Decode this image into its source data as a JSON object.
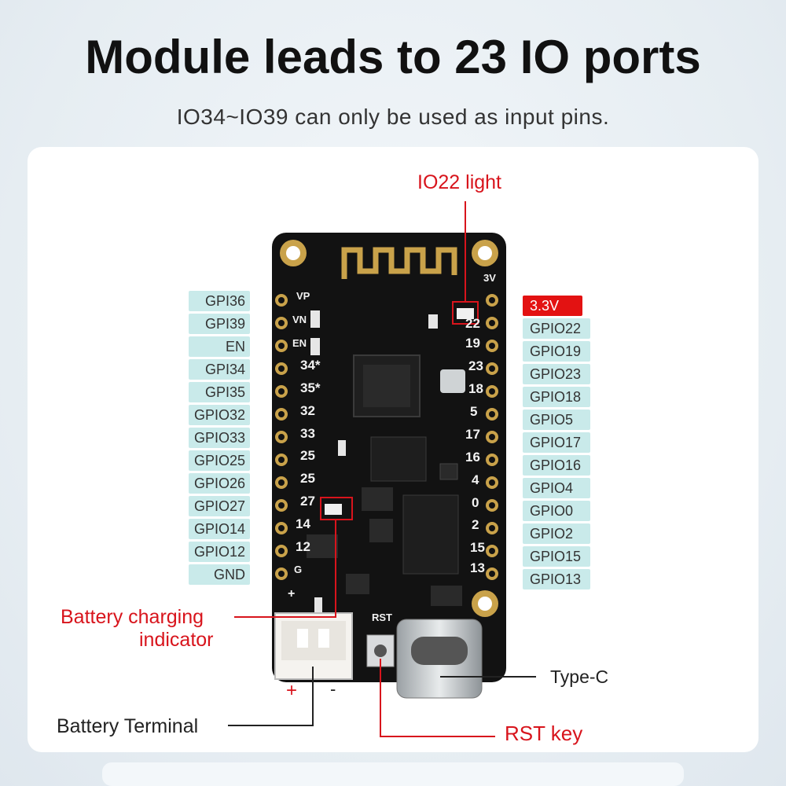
{
  "header": {
    "title": "Module leads to 23 IO ports",
    "subtitle": "IO34~IO39 can only be used as input pins."
  },
  "left_pins": [
    "GPI36",
    "GPI39",
    "EN",
    "GPI34",
    "GPI35",
    "GPIO32",
    "GPIO33",
    "GPIO25",
    "GPIO26",
    "GPIO27",
    "GPIO14",
    "GPIO12",
    "GND"
  ],
  "right_pins": [
    "3.3V",
    "GPIO22",
    "GPIO19",
    "GPIO23",
    "GPIO18",
    "GPIO5",
    "GPIO17",
    "GPIO16",
    "GPIO4",
    "GPIO0",
    "GPIO2",
    "GPIO15",
    "GPIO13"
  ],
  "board": {
    "left_silk": [
      "VP",
      "VN",
      "EN",
      "34*",
      "35*",
      "32",
      "33",
      "25",
      "25",
      "27",
      "14",
      "12",
      "G"
    ],
    "right_silk": [
      "3V",
      "22",
      "19",
      "23",
      "18",
      "5",
      "17",
      "16",
      "4",
      "0",
      "2",
      "15",
      "13"
    ],
    "rst_label": "RST",
    "plus": "+",
    "minus": "-"
  },
  "callouts": {
    "io22_light": "IO22 light",
    "battery_charging_line1": "Battery charging",
    "battery_charging_line2": "indicator",
    "type_c": "Type-C",
    "battery_terminal": "Battery Terminal",
    "rst_key": "RST key"
  },
  "colors": {
    "accent_red": "#d8141c",
    "pin_label_bg": "#c9eaea",
    "board": "#121212",
    "pad_gold": "#c9a24a"
  }
}
